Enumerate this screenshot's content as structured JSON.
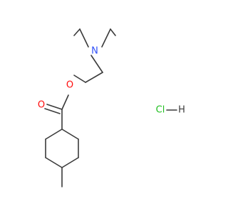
{
  "molecule": {
    "atoms": {
      "nitrogen": "N",
      "ether_oxygen": "O",
      "carbonyl_oxygen": "O"
    },
    "salt": {
      "chlorine": "Cl",
      "hydrogen": "H"
    }
  },
  "colors": {
    "bond": "#3a3a3a",
    "nitrogen": "#3050f8",
    "oxygen": "#ff0d0d",
    "chlorine": "#1fbf1f",
    "hydrogen": "#3a3a3a"
  }
}
